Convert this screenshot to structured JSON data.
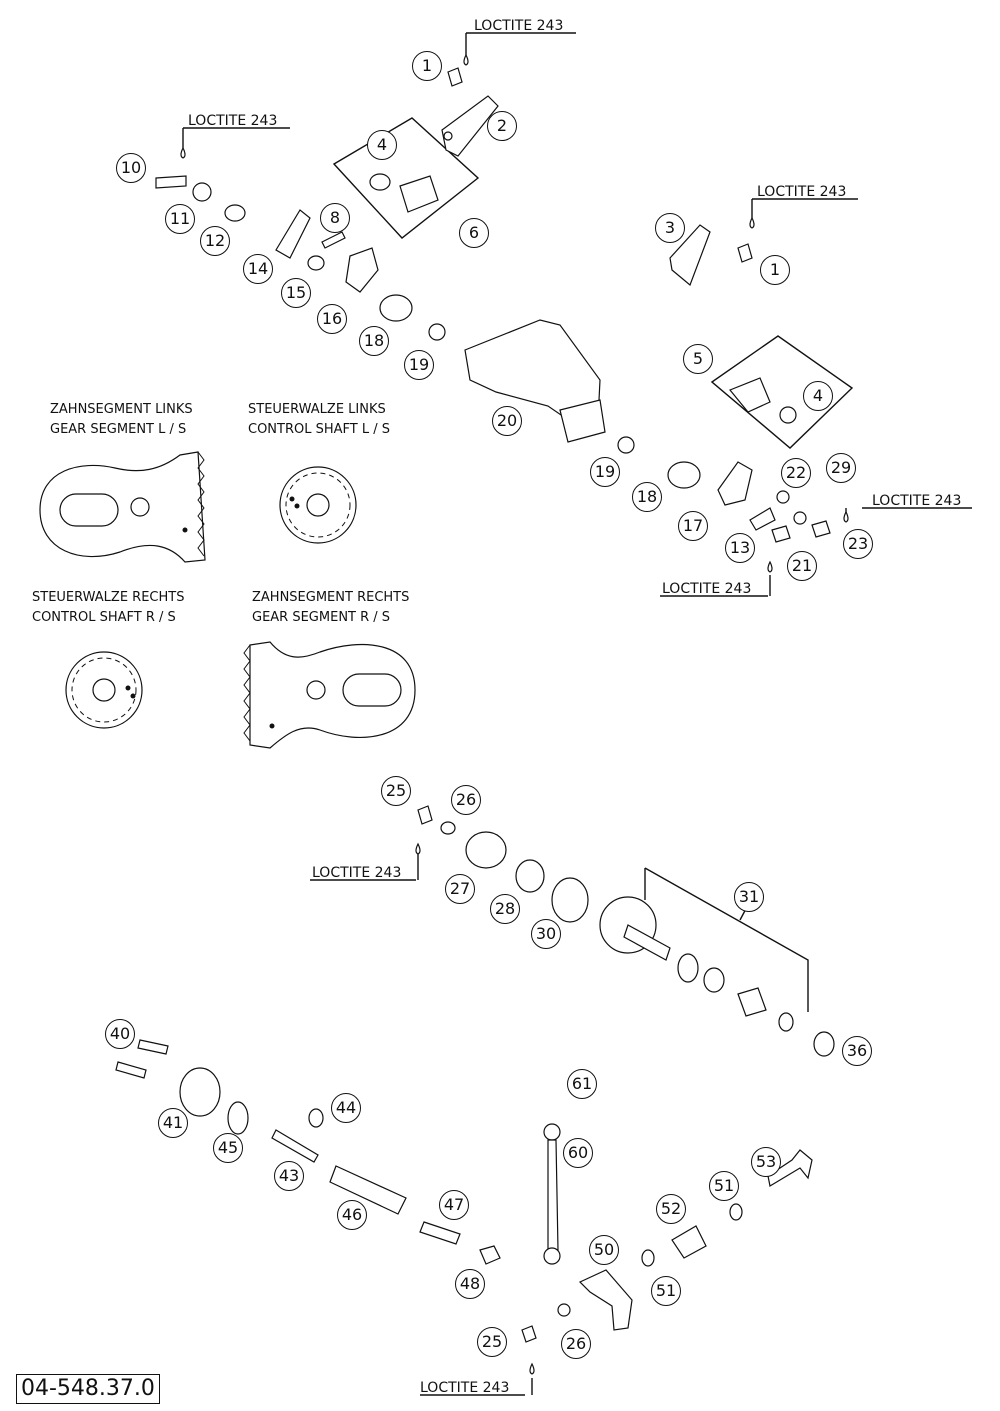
{
  "loctite": "LOCTITE 243",
  "reference": "04-548.37.0",
  "detail_labels": {
    "gear_segment_left_de": "ZAHNSEGMENT LINKS",
    "gear_segment_left_en": "GEAR SEGMENT L / S",
    "control_shaft_left_de": "STEUERWALZE LINKS",
    "control_shaft_left_en": "CONTROL SHAFT L / S",
    "control_shaft_right_de": "STEUERWALZE RECHTS",
    "control_shaft_right_en": "CONTROL SHAFT R / S",
    "gear_segment_right_de": "ZAHNSEGMENT RECHTS",
    "gear_segment_right_en": "GEAR SEGMENT R / S"
  },
  "callouts": [
    "1",
    "2",
    "4",
    "6",
    "10",
    "11",
    "12",
    "14",
    "8",
    "15",
    "16",
    "18",
    "19",
    "3",
    "1",
    "5",
    "4",
    "20",
    "19",
    "18",
    "17",
    "13",
    "22",
    "29",
    "21",
    "23",
    "25",
    "26",
    "27",
    "28",
    "30",
    "31",
    "36",
    "40",
    "41",
    "45",
    "44",
    "43",
    "46",
    "47",
    "48",
    "61",
    "60",
    "53",
    "51",
    "52",
    "50",
    "51",
    "25",
    "26"
  ]
}
